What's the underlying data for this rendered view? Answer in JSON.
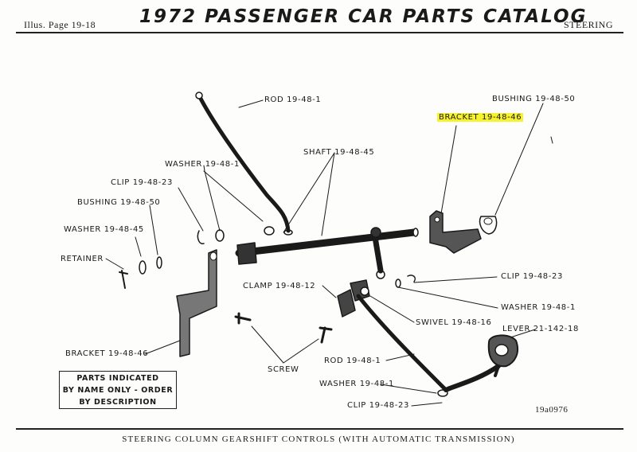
{
  "header": {
    "left": "Illus. Page 19-18",
    "title": "1972 PASSENGER CAR PARTS CATALOG",
    "right": "STEERING"
  },
  "labels": {
    "rod_top": "ROD 19-48-1",
    "bushing_right": "BUSHING 19-48-50",
    "bracket_right": "BRACKET 19-48-46",
    "shaft": "SHAFT 19-48-45",
    "washer_top": "WASHER 19-48-1",
    "clip_left": "CLIP 19-48-23",
    "bushing_left": "BUSHING 19-48-50",
    "washer_left": "WASHER 19-48-45",
    "retainer": "RETAINER",
    "clamp": "CLAMP 19-48-12",
    "clip_right": "CLIP 19-48-23",
    "washer_right": "WASHER 19-48-1",
    "swivel": "SWIVEL 19-48-16",
    "lever": "LEVER 21-142-18",
    "bracket_left": "BRACKET 19-48-46",
    "screw": "SCREW",
    "rod_bottom": "ROD 19-48-1",
    "washer_bottom": "WASHER 19-48-1",
    "clip_bottom": "CLIP 19-48-23"
  },
  "note": {
    "line1": "PARTS INDICATED",
    "line2": "BY NAME ONLY - ORDER",
    "line3": "BY DESCRIPTION"
  },
  "illustration_code": "19a0976",
  "footer": "STEERING COLUMN GEARSHIFT CONTROLS (WITH AUTOMATIC TRANSMISSION)",
  "highlight_color": "#f6f22e"
}
